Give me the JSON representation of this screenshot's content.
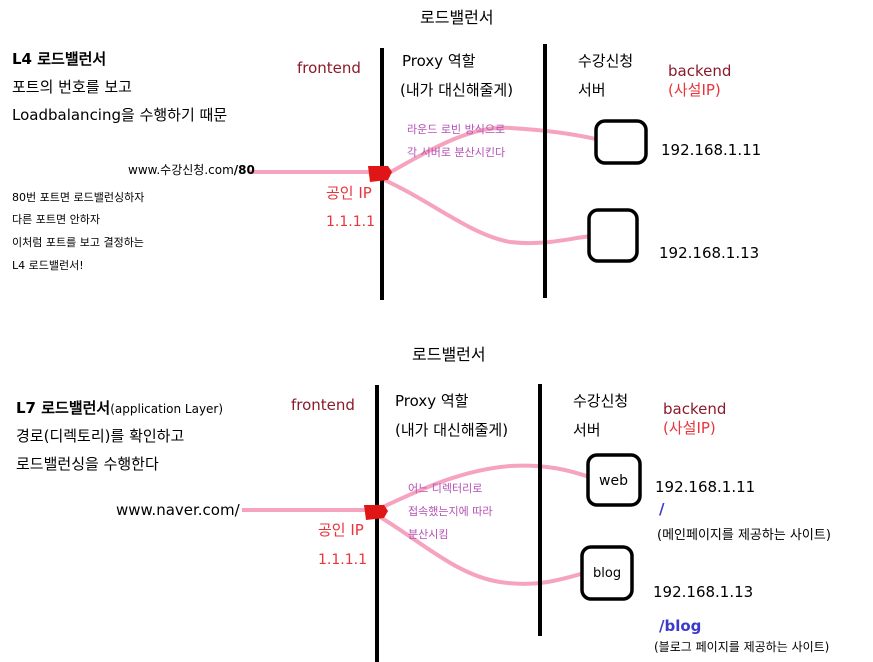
{
  "colors": {
    "frontend": "#8b1a2a",
    "backend": "#8b1a2a",
    "public_ip": "#e8343b",
    "note": "#b450b4",
    "path": "#3a3acc",
    "arrow": "#f5a3bf",
    "marker": "#e01515"
  },
  "top": {
    "title": "로드밸런서",
    "heading": "L4 로드밸런서",
    "desc_line1": "포트의 번호를 보고",
    "desc_line2": "Loadbalancing을 수행하기 때문",
    "url_text": "www.수강신청.com",
    "url_port": "/80",
    "notes": [
      "80번 포트면 로드밸런싱하자",
      "다른 포트면 안하자",
      "이처럼 포트를 보고 결정하는",
      "L4 로드밸런서!"
    ],
    "frontend": "frontend",
    "public_ip_label": "공인 IP",
    "public_ip": "1.1.1.1",
    "proxy_line1": "Proxy 역할",
    "proxy_line2": "(내가 대신해줄게)",
    "roundrobin_line1": "라운드 로빈 방식으로",
    "roundrobin_line2": "각 서버로 분산시킨다",
    "server_line1": "수강신청",
    "server_line2": "서버",
    "backend": "backend",
    "private_ip_label": "(사설IP)",
    "ip1": "192.168.1.11",
    "ip2": "192.168.1.13"
  },
  "bottom": {
    "title": "로드밸런서",
    "heading": "L7 로드밸런서",
    "heading_sub": "(application Layer)",
    "desc_line1": "경로(디렉토리)를 확인하고",
    "desc_line2": "로드밸런싱을 수행한다",
    "url_text": "www.naver.com/",
    "frontend": "frontend",
    "public_ip_label": "공인 IP",
    "public_ip": "1.1.1.1",
    "proxy_line1": "Proxy 역할",
    "proxy_line2": "(내가 대신해줄게)",
    "dir_line1": "어느 디렉터리로",
    "dir_line2": "접속했는지에 따라",
    "dir_line3": "분산시킴",
    "server_line1": "수강신청",
    "server_line2": "서버",
    "backend": "backend",
    "private_ip_label": "(사설IP)",
    "box1": "web",
    "box2": "blog",
    "ip1": "192.168.1.11",
    "path1": "/",
    "path1_desc": "(메인페이지를 제공하는 사이트)",
    "ip2": "192.168.1.13",
    "path2": "/blog",
    "path2_desc": "(블로그 페이지를 제공하는 사이트)"
  }
}
